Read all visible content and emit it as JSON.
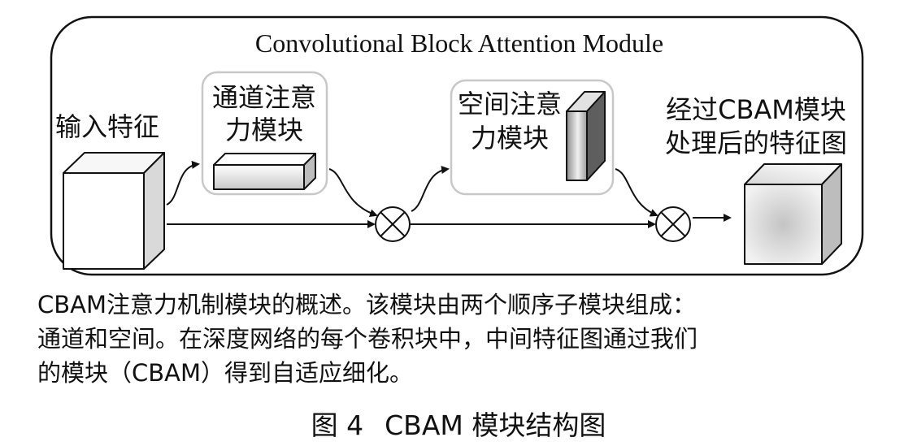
{
  "module": {
    "title": "Convolutional Block Attention Module",
    "input_label": "输入特征",
    "channel_attention_label_line1": "通道注意",
    "channel_attention_label_line2": "力模块",
    "spatial_attention_label_line1": "空间注意",
    "spatial_attention_label_line2": "力模块",
    "output_label_line1": "经过CBAM模块",
    "output_label_line2": "处理后的特征图"
  },
  "caption": {
    "line1": "CBAM注意力机制模块的概述。该模块由两个顺序子模块组成：",
    "line2": "通道和空间。在深度网络的每个卷积块中，中间特征图通过我们",
    "line3": "的模块（CBAM）得到自适应细化。"
  },
  "figure": {
    "number": "图 4",
    "title": "CBAM 模块结构图"
  }
}
